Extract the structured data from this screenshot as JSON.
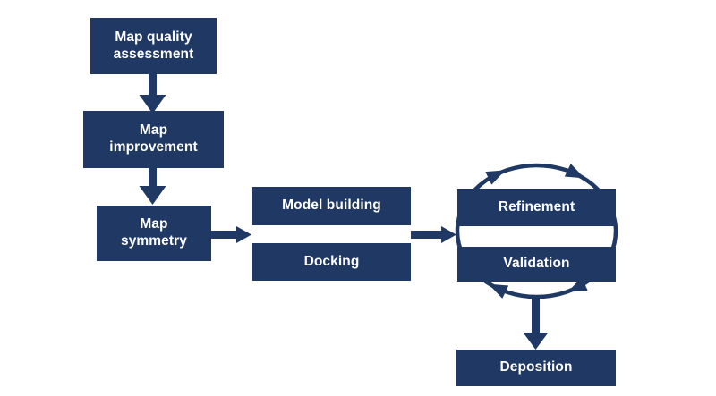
{
  "diagram": {
    "type": "flowchart",
    "background_color": "#ffffff",
    "accent_color": "#1F3864",
    "node_text_color": "#ffffff",
    "nodes": {
      "map_quality_assessment": {
        "label": "Map quality\nassessment"
      },
      "map_improvement": {
        "label": "Map\nimprovement"
      },
      "map_symmetry": {
        "label": "Map\nsymmetry"
      },
      "model_building": {
        "label": "Model building"
      },
      "docking": {
        "label": "Docking"
      },
      "refinement": {
        "label": "Refinement"
      },
      "validation": {
        "label": "Validation"
      },
      "deposition": {
        "label": "Deposition"
      }
    },
    "edges": [
      {
        "from": "map_quality_assessment",
        "to": "map_improvement",
        "style": "arrow-down"
      },
      {
        "from": "map_improvement",
        "to": "map_symmetry",
        "style": "arrow-down"
      },
      {
        "from": "map_symmetry",
        "to": "model_building_docking",
        "style": "arrow-right"
      },
      {
        "from": "model_building_docking",
        "to": "refinement_validation",
        "style": "arrow-right"
      },
      {
        "from": "refinement",
        "to": "validation",
        "style": "clockwise-cycle-ellipse"
      },
      {
        "from": "refinement_validation",
        "to": "deposition",
        "style": "arrow-down"
      }
    ]
  }
}
